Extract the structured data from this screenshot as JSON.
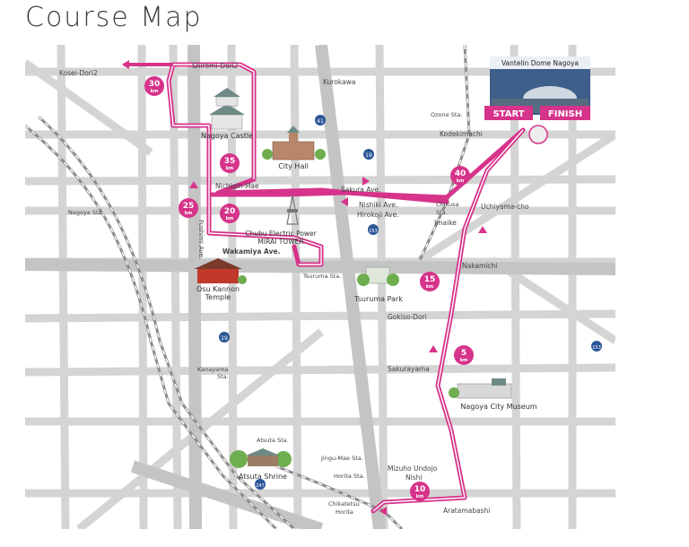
{
  "title": "Course Map",
  "colors": {
    "route": "#d6338a",
    "road": "#d4d4d4",
    "rail": "#8c8c8c",
    "water": "#ffffff",
    "marker": "#d6338a",
    "label_bg": "#d6338a"
  },
  "venue": {
    "name": "Vantelin Dome Nagoya",
    "start_label": "START",
    "finish_label": "FINISH"
  },
  "km_markers": [
    {
      "value": "5",
      "unit": "km"
    },
    {
      "value": "10",
      "unit": "km"
    },
    {
      "value": "15",
      "unit": "km"
    },
    {
      "value": "20",
      "unit": "km"
    },
    {
      "value": "25",
      "unit": "km"
    },
    {
      "value": "30",
      "unit": "km"
    },
    {
      "value": "35",
      "unit": "km"
    },
    {
      "value": "40",
      "unit": "km"
    }
  ],
  "landmarks": {
    "castle": "Nagoya Castle",
    "city_hall": "City Hall",
    "tower_line1": "Chubu Electric Power",
    "tower_line2": "MIRAI TOWER",
    "osu_line1": "Osu Kannon",
    "osu_line2": "Temple",
    "tsuruma_park": "Tsuruma Park",
    "museum": "Nagoya City Museum",
    "shrine": "Atsuta Shrine"
  },
  "streets": {
    "kosei": "Kosei-Dori2",
    "shiromi": "Shiromi-Dori2",
    "kurokawa": "Kurokawa",
    "ozone": "Ozone Sta.",
    "kodeki": "Kodekimachi",
    "nichigin": "Nichigin-Mae",
    "sakura": "Sakura Ave.",
    "nishiki": "Nishiki Ave.",
    "hirokoji": "Hirokoji Ave.",
    "chikusa_line1": "Chikusa",
    "chikusa_line2": "Sta.",
    "imaike": "Imaike",
    "uchiyama": "Uchiyama-cho",
    "nagoya_sta": "Nagoya Sta.",
    "fushimi": "Fushimi Ave.",
    "wakamiya": "Wakamiya Ave.",
    "tsuruma_sta": "Tsuruma Sta.",
    "nakamichi": "Nakamichi",
    "gokiso": "Gokiso-Dori",
    "kanayama_line1": "Kanayama",
    "kanayama_line2": "Sta.",
    "sakurayama": "Sakurayama",
    "atsuta_sta": "Atsuta Sta.",
    "jingu": "Jingu-Mae Sta.",
    "horita": "Horita Sta.",
    "mizuho_line1": "Mizuho Undojo",
    "mizuho_line2": "Nishi",
    "chikatetsu_line1": "Chikatetsu",
    "chikatetsu_line2": "Horita",
    "aratama": "Aratamabashi"
  },
  "route_shields": [
    "41",
    "19",
    "153",
    "153",
    "19",
    "247"
  ]
}
